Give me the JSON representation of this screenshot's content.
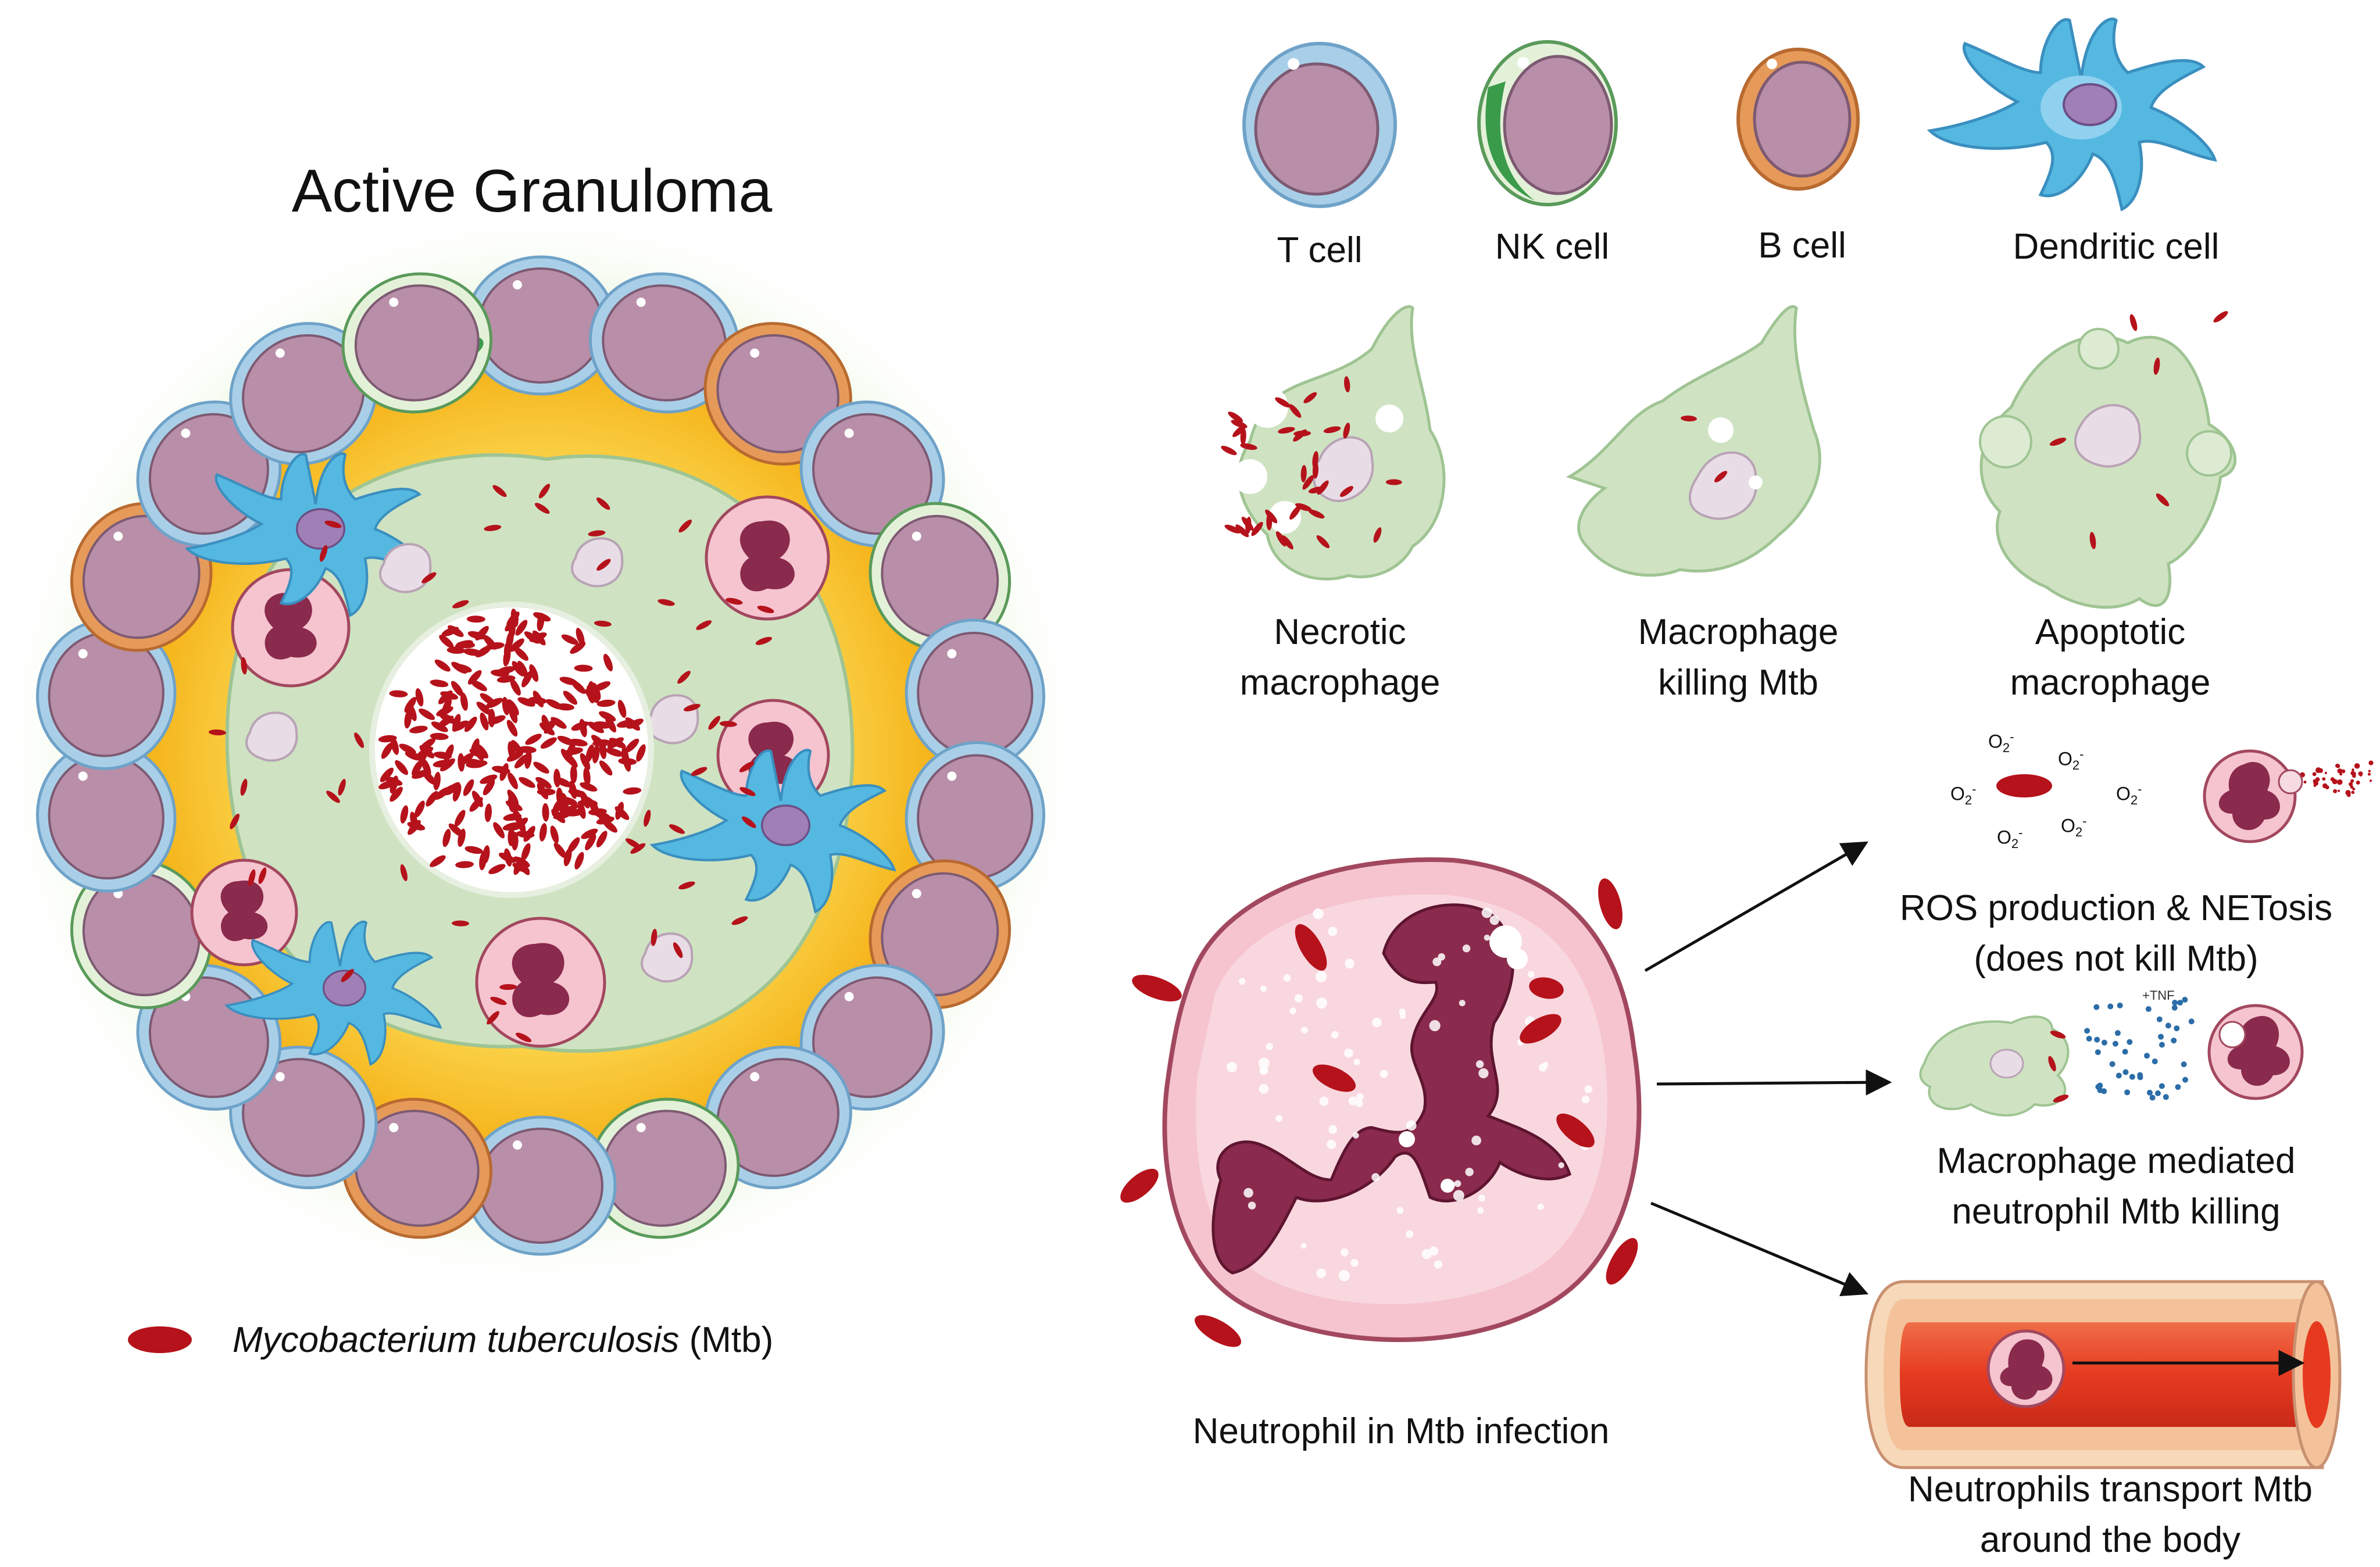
{
  "title": "Active Granuloma",
  "legend": {
    "italic": "Mycobacterium tuberculosis",
    "suffix": " (Mtb)",
    "color": "#b5121b"
  },
  "cells": {
    "t_cell": "T cell",
    "nk_cell": "NK cell",
    "b_cell": "B cell",
    "dendritic_cell": "Dendritic cell"
  },
  "macrophages": {
    "necrotic": [
      "Necrotic",
      "macrophage"
    ],
    "killing": [
      "Macrophage",
      "killing Mtb"
    ],
    "apoptotic": [
      "Apoptotic",
      "macrophage"
    ]
  },
  "neutrophil": {
    "label": "Neutrophil in Mtb infection"
  },
  "outcomes": {
    "ros": [
      "ROS production & NETosis",
      "(does not kill Mtb)"
    ],
    "mediated": [
      "Macrophage mediated",
      "neutrophil Mtb killing"
    ],
    "transport": [
      "Neutrophils transport Mtb",
      "around the body"
    ],
    "o2": {
      "base": "O",
      "sub": "2",
      "sup": "-"
    },
    "tnf": "+TNF"
  },
  "colors": {
    "t_cell": "#a9cfe8",
    "nk_cell": "#3a9b4a",
    "b_cell": "#e69a5a",
    "nucleus": "#b98ea8",
    "dendritic": "#55b8e0",
    "macrophage": "#cfe3c2",
    "neutrophil": "#f5c4cf",
    "neutrophil_nucleus": "#8a2a4c",
    "vessel": "#e84a2a",
    "core": "#f6b21a"
  }
}
